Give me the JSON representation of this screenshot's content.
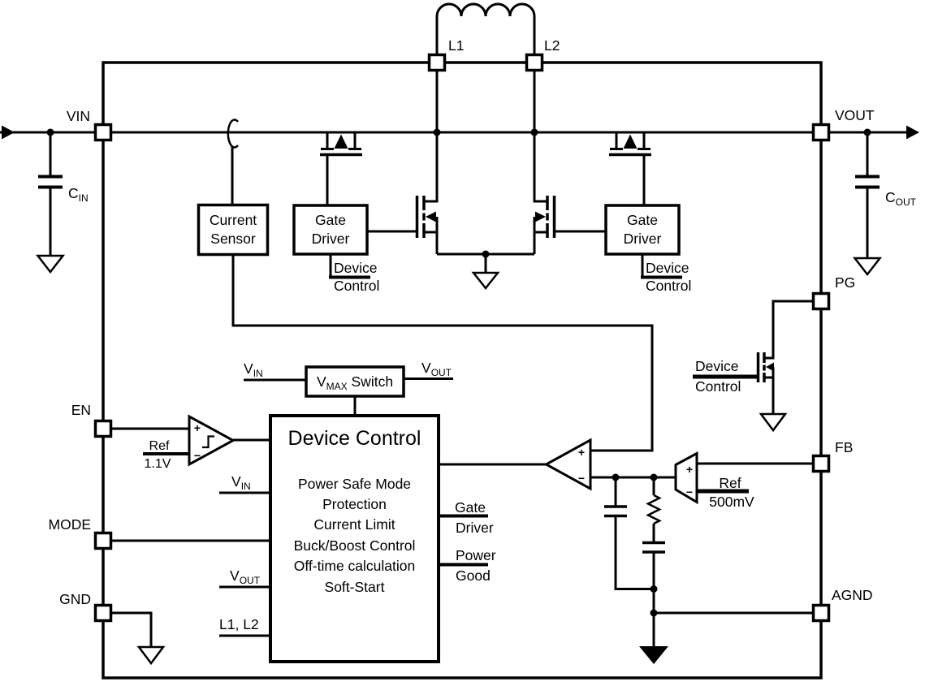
{
  "diagram": {
    "pins": {
      "vin": "VIN",
      "vout": "VOUT",
      "l1": "L1",
      "l2": "L2",
      "en": "EN",
      "mode": "MODE",
      "gnd": "GND",
      "pg": "PG",
      "fb": "FB",
      "agnd": "AGND"
    },
    "capacitors": {
      "cin": {
        "name": "C",
        "sub": "IN"
      },
      "cout": {
        "name": "C",
        "sub": "OUT"
      }
    },
    "blocks": {
      "current_sensor": {
        "line1": "Current",
        "line2": "Sensor"
      },
      "gate_driver": {
        "line1": "Gate",
        "line2": "Driver"
      },
      "vmax_switch": {
        "v": "V",
        "sub": "MAX",
        "rest": " Switch"
      },
      "device_control": {
        "title": "Device Control",
        "functions": [
          "Power Safe Mode",
          "Protection",
          "Current Limit",
          "Buck/Boost Control",
          "Off-time calculation",
          "Soft-Start"
        ]
      }
    },
    "labels": {
      "device_control_ref": {
        "line1": "Device",
        "line2": "Control"
      },
      "vin_signal": {
        "v": "V",
        "sub": "IN"
      },
      "vout_signal": {
        "v": "V",
        "sub": "OUT"
      },
      "l1l2_signal": "L1, L2",
      "gate": "Gate",
      "driver": "Driver",
      "power": "Power",
      "good": "Good",
      "en_ref": {
        "line1": "Ref",
        "line2": "1.1V"
      },
      "fb_ref": {
        "line1": "Ref",
        "line2": "500mV"
      }
    },
    "symbols": {
      "plus": "+",
      "minus": "−"
    },
    "colors": {
      "stroke": "#000000",
      "background": "#ffffff"
    }
  }
}
